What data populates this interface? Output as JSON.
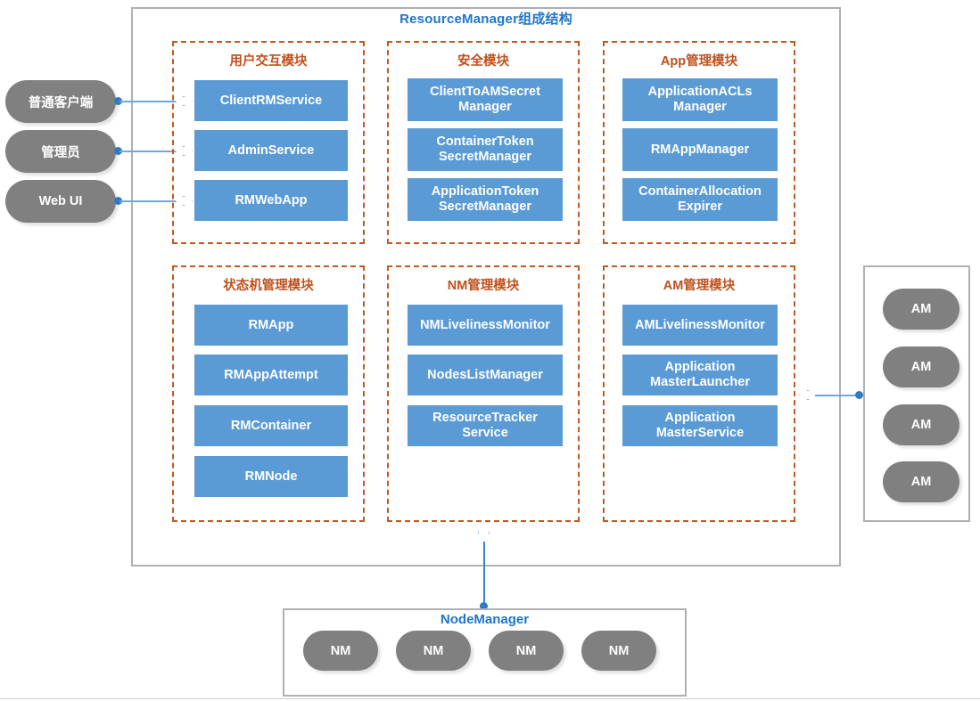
{
  "diagram": {
    "title": "ResourceManager组成结构",
    "accent_blue": "#5b9bd5",
    "accent_orange": "#c0501c",
    "accent_grey": "#808080",
    "title_color": "#1f76c8"
  },
  "clients": [
    {
      "label": "普通客户端"
    },
    {
      "label": "管理员"
    },
    {
      "label": "Web UI"
    }
  ],
  "modules": [
    {
      "id": "user-interaction",
      "title": "用户交互模块",
      "components": [
        {
          "lines": [
            "ClientRMService"
          ]
        },
        {
          "lines": [
            "AdminService"
          ]
        },
        {
          "lines": [
            "RMWebApp"
          ]
        }
      ]
    },
    {
      "id": "security",
      "title": "安全模块",
      "components": [
        {
          "lines": [
            "ClientToAMSecret",
            "Manager"
          ]
        },
        {
          "lines": [
            "ContainerToken",
            "SecretManager"
          ]
        },
        {
          "lines": [
            "ApplicationToken",
            "SecretManager"
          ]
        }
      ]
    },
    {
      "id": "app-management",
      "title": "App管理模块",
      "components": [
        {
          "lines": [
            "ApplicationACLs",
            "Manager"
          ]
        },
        {
          "lines": [
            "RMAppManager"
          ]
        },
        {
          "lines": [
            "ContainerAllocation",
            "Expirer"
          ]
        }
      ]
    },
    {
      "id": "state-machine",
      "title": "状态机管理模块",
      "components": [
        {
          "lines": [
            "RMApp"
          ]
        },
        {
          "lines": [
            "RMAppAttempt"
          ]
        },
        {
          "lines": [
            "RMContainer"
          ]
        },
        {
          "lines": [
            "RMNode"
          ]
        }
      ]
    },
    {
      "id": "nm-management",
      "title": "NM管理模块",
      "components": [
        {
          "lines": [
            "NMLivelinessMonitor"
          ]
        },
        {
          "lines": [
            "NodesListManager"
          ]
        },
        {
          "lines": [
            "ResourceTracker",
            "Service"
          ]
        }
      ]
    },
    {
      "id": "am-management",
      "title": "AM管理模块",
      "components": [
        {
          "lines": [
            "AMLivelinessMonitor"
          ]
        },
        {
          "lines": [
            "Application",
            "MasterLauncher"
          ]
        },
        {
          "lines": [
            "Application",
            "MasterService"
          ]
        }
      ]
    }
  ],
  "am_panel": {
    "nodes": [
      {
        "label": "AM"
      },
      {
        "label": "AM"
      },
      {
        "label": "AM"
      },
      {
        "label": "AM"
      }
    ]
  },
  "node_manager": {
    "title": "NodeManager",
    "nodes": [
      {
        "label": "NM"
      },
      {
        "label": "NM"
      },
      {
        "label": "NM"
      },
      {
        "label": "NM"
      }
    ]
  }
}
